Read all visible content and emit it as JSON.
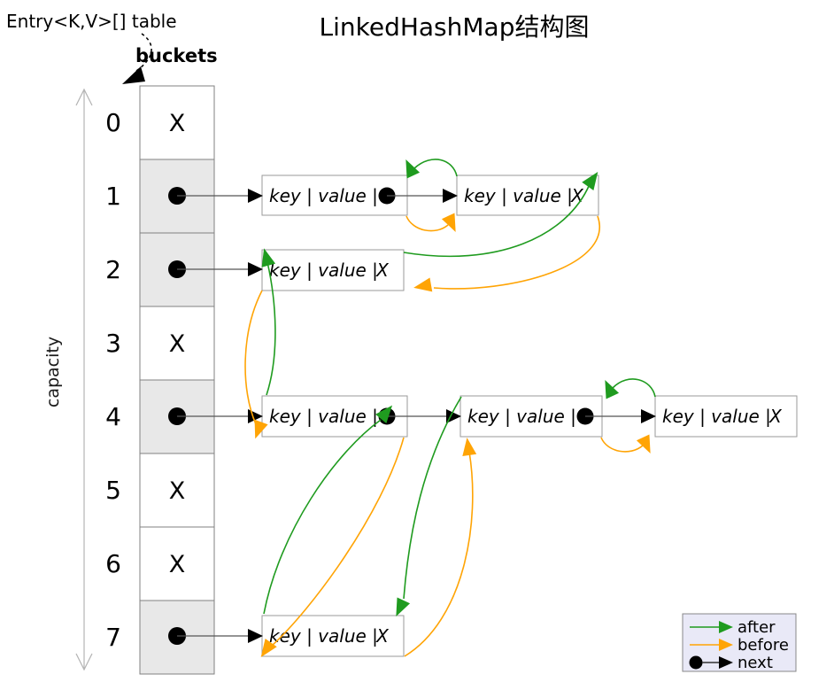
{
  "title": "LinkedHashMap结构图",
  "annotations": {
    "table_label": "Entry<K,V>[] table",
    "buckets_label": "buckets",
    "capacity_label": "capacity"
  },
  "colors": {
    "after": "#1f9b1f",
    "before": "#ffa405",
    "next": "#000000",
    "bucket_fill": "#e8e8e8",
    "legend_bg": "#e9e9f7",
    "table_label_color": "#0000dd"
  },
  "buckets": [
    {
      "index": "0",
      "content": "X"
    },
    {
      "index": "1",
      "content": "dot"
    },
    {
      "index": "2",
      "content": "dot"
    },
    {
      "index": "3",
      "content": "X"
    },
    {
      "index": "4",
      "content": "dot"
    },
    {
      "index": "5",
      "content": "X"
    },
    {
      "index": "6",
      "content": "X"
    },
    {
      "index": "7",
      "content": "dot"
    }
  ],
  "entries": [
    {
      "id": "bucket1-entry1",
      "label": "key | value |",
      "tail": "dot"
    },
    {
      "id": "bucket1-entry2",
      "label": "key | value |",
      "tail": "X"
    },
    {
      "id": "bucket2-entry1",
      "label": "key | value |",
      "tail": "X"
    },
    {
      "id": "bucket4-entry1",
      "label": "key | value |",
      "tail": "dot"
    },
    {
      "id": "bucket4-entry2",
      "label": "key | value |",
      "tail": "dot"
    },
    {
      "id": "bucket4-entry3",
      "label": "key | value |",
      "tail": "X"
    },
    {
      "id": "bucket7-entry1",
      "label": "key | value |",
      "tail": "X"
    }
  ],
  "legend": {
    "items": [
      {
        "label": "after"
      },
      {
        "label": "before"
      },
      {
        "label": "next"
      }
    ]
  }
}
